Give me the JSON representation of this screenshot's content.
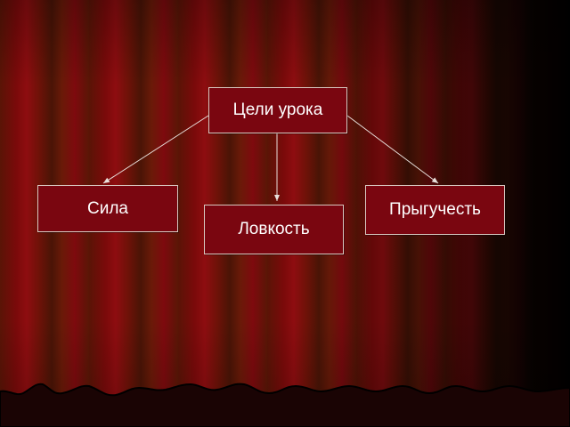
{
  "diagram": {
    "root": {
      "label": "Цели урока"
    },
    "children": [
      {
        "label": "Сила"
      },
      {
        "label": "Ловкость"
      },
      {
        "label": "Прыгучесть"
      }
    ]
  },
  "colors": {
    "box_fill": "#7a0610",
    "box_border": "#d8c8c0",
    "text": "#ffffff",
    "arrow": "#e8e0dc",
    "curtain_red": "#8e0d10",
    "curtain_brown": "#5a1406"
  }
}
